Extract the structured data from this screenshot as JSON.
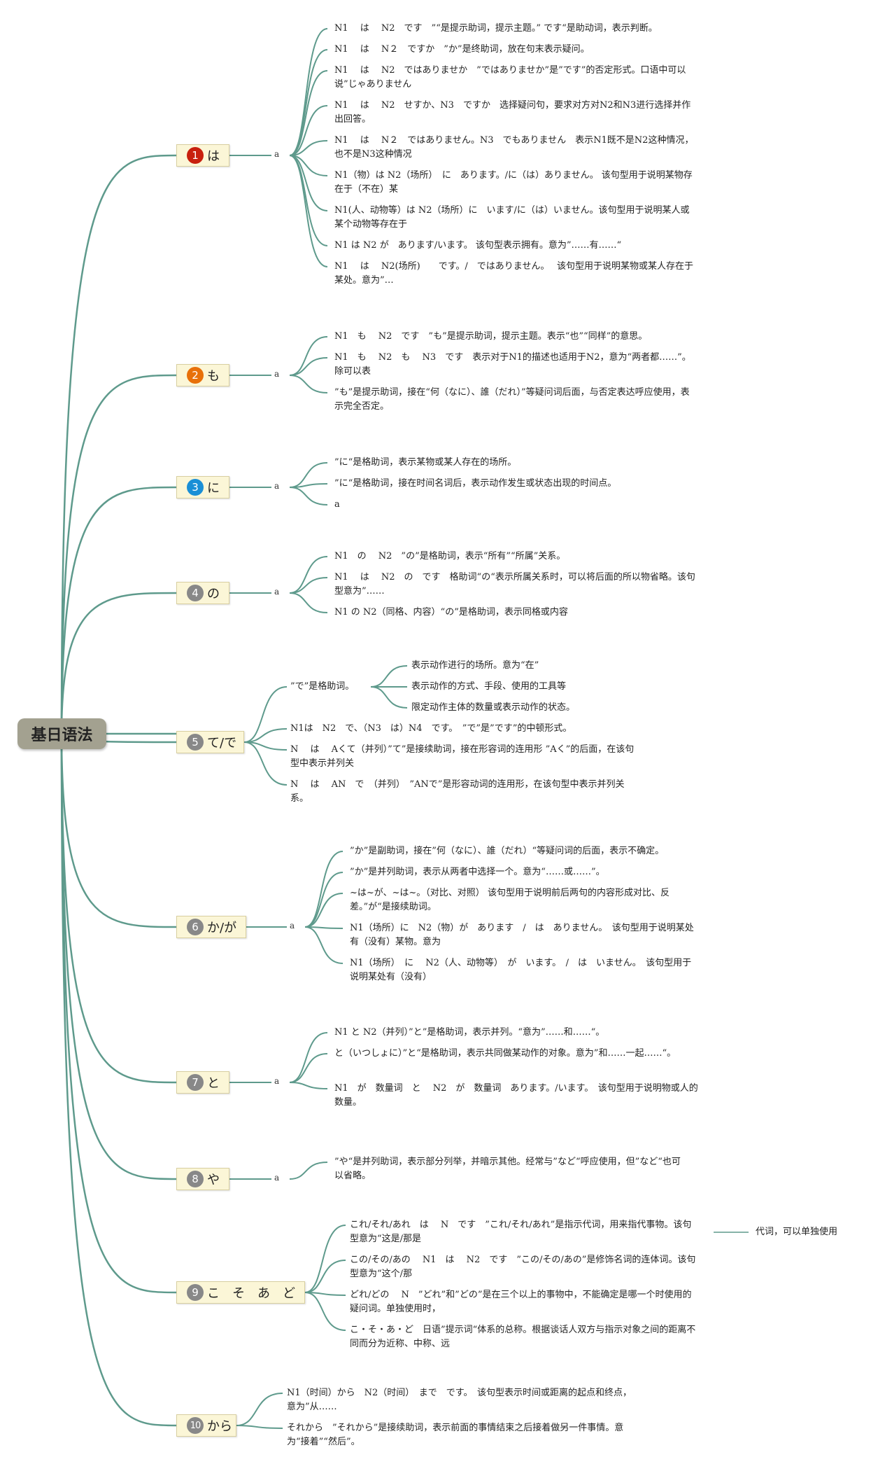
{
  "root": {
    "title": "基日语法"
  },
  "colors": {
    "line": "#5e9a8c",
    "root_bg": "#a3a190",
    "branch_bg": "#fbf6d7"
  },
  "branches": [
    {
      "num": "1",
      "num_color": "#c8200e",
      "label": "は",
      "a_label": "a",
      "items": [
        "N1　 は　 N2　です　”“是提示助词，提示主题。” です“是助动词，表示判断。",
        "N1　 は　 N２　ですか　”か”是终助词，放在句末表示疑问。",
        "N1　 は　 N2　ではありませか　”ではありませか”是”です”的否定形式。口语中可以说”じゃありません",
        "N1　 は　 N2　せすか、N3　ですか　选择疑问句，要求对方对N2和N3进行选择并作出回答。",
        "N1　 は　 N２　ではありません。N3　でもありません　表示N1既不是N2这种情况，也不是N3这种情况",
        "N1（物）は N2（场所）　に　あります。/に（は）ありません。 该句型用于说明某物存在于（不在）某",
        "N1(人、动物等）は N2（场所）に　います/に（は）いません。该句型用于说明某人或某个动物等存在于",
        "N1 は N2 が　あります/います。 该句型表示拥有。意为”……有……“",
        "N1　 は　 N2(场所)　　です。/　ではありません。　 该句型用于说明某物或某人存在于某处。意为”…"
      ]
    },
    {
      "num": "2",
      "num_color": "#e8700a",
      "label": "も",
      "a_label": "a",
      "items": [
        "N1　も　 N2　です　”も”是提示助词，提示主题。表示“也”“同样”的意思。",
        "N1　も　 N2　も　 N3　です　表示对于N1的描述也适用于N2，意为“两者都……”。除可以表",
        "”も”是提示助词，接在“何（なに）、誰（だれ）”等疑问词后面，与否定表达呼应使用，表示完全否定。"
      ]
    },
    {
      "num": "3",
      "num_color": "#1a8fd6",
      "label": "に",
      "a_label": "a",
      "items": [
        "”に“是格助词，表示某物或某人存在的场所。",
        "”に“是格助词，接在时间名词后，表示动作发生或状态出现的时间点。",
        "a"
      ]
    },
    {
      "num": "4",
      "num_color": "#888888",
      "label": "の",
      "a_label": "a",
      "items": [
        "N1　の　 N2　”の”是格助词，表示“所有”“所属”关系。",
        "N1　 は　 N2　の　です　格助词“の“表示所属关系时，可以将后面的所以物省略。该句型意为”……",
        "N1 の N2（同格、内容）“の”是格助词，表示同格或内容"
      ]
    },
    {
      "num": "5",
      "num_color": "#888888",
      "label": "て/で",
      "a_label": "",
      "sub": {
        "text": "”で”是格助词。",
        "items": [
          "表示动作进行的场所。意为“在”",
          "表示动作的方式、手段、使用的工具等",
          "限定动作主体的数量或表示动作的状态。"
        ]
      },
      "items": [
        "N1は　N2　で、（N3　は）N4　です。　”で”是”です”的中顿形式。",
        "N　 は　 Aくて（并列）”て”是接续助词，接在形容词的连用形 ”Aく”的后面，在该句型中表示并列关",
        "N　 は　 AN　で　（并列）　”ANで”是形容动词的连用形，在该句型中表示并列关系。"
      ]
    },
    {
      "num": "6",
      "num_color": "#888888",
      "label": "か/が",
      "a_label": "a",
      "items": [
        "”か”是副助词，接在”何（なに）、誰（だれ）“等疑问词的后面，表示不确定。",
        "”か”是并列助词，表示从两者中选择一个。意为“……或……”。",
        "~は~が、~は~。（对比、对照） 该句型用于说明前后两句的内容形成对比、反差。”が“是接续助词。",
        "N1（场所）に　N2（物）が　あります　/　は　ありません。　该句型用于说明某处有（没有）某物。意为",
        "N1（场所）　に　 N2（人、动物等）　が　います。　/　は　いません。　该句型用于说明某处有（没有）"
      ]
    },
    {
      "num": "7",
      "num_color": "#888888",
      "label": "と",
      "a_label": "a",
      "items": [
        "N1 と N2（并列）”と”是格助词，表示并列。“意为”……和……“。",
        "と（いつしょに）”と“是格助词，表示共同做某动作的对象。意为”和……一起……“。",
        "N1　が　数量词　と　 N2　が　数量词　あります。/います。　该句型用于说明物或人的数量。"
      ]
    },
    {
      "num": "8",
      "num_color": "#888888",
      "label": "や",
      "a_label": "a",
      "items": [
        "”や“是并列助词，表示部分列举，并暗示其他。经常与”など“呼应使用，但”など“也可以省略。"
      ]
    },
    {
      "num": "9",
      "num_color": "#888888",
      "label": "こ　そ　あ　ど",
      "a_label": "",
      "items": [
        "これ/それ/あれ　は　 N　です　”これ/それ/あれ”是指示代词，用来指代事物。该句型意为“这是/那是",
        "この/その/あの　 N1　は　 N2　です　”この/その/あの”是修饰名词的连体词。该句型意为“这个/那",
        "どれ/どの　 N　”どれ”和”どの”是在三个以上的事物中，不能确定是哪一个时使用的疑问词。单独使用时，",
        "こ・そ・あ・ど　日语”提示词“体系的总称。根据谈话人双方与指示对象之间的距离不同而分为近称、中称、远"
      ],
      "extra": "代词，可以单独使用"
    },
    {
      "num": "10",
      "num_color": "#888888",
      "label": "から",
      "a_label": "",
      "items": [
        "N1（时间）から　N2（时间）　まで　です。　该句型表示时间或距离的起点和终点，意为”从……",
        "それから　”それから”是接续助词，表示前面的事情结束之后接着做另一件事情。意为“接着”“然后”。"
      ]
    }
  ]
}
